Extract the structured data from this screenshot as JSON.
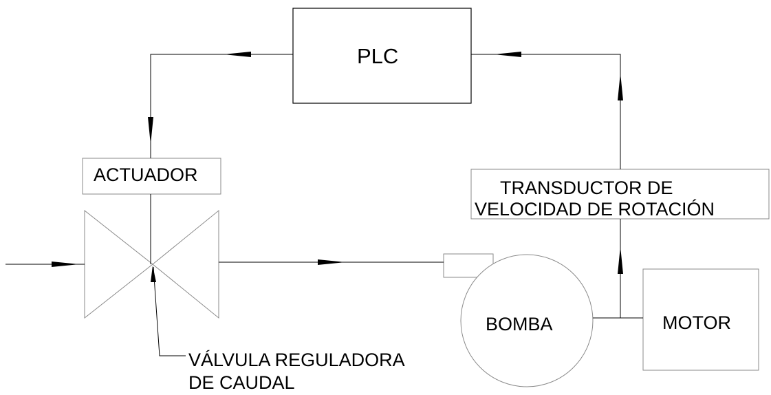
{
  "diagram": {
    "nodes": {
      "plc": {
        "label": "PLC"
      },
      "actuador": {
        "label": "ACTUADOR"
      },
      "transductor": {
        "line1": "TRANSDUCTOR DE",
        "line2": "VELOCIDAD DE ROTACIÓN"
      },
      "bomba": {
        "label": "BOMBA"
      },
      "motor": {
        "label": "MOTOR"
      },
      "valvula": {
        "line1": "VÁLVULA REGULADORA",
        "line2": "DE CAUDAL"
      }
    },
    "colors": {
      "line": "#000000",
      "thin_line": "#8a8a8a",
      "background": "#ffffff"
    }
  }
}
